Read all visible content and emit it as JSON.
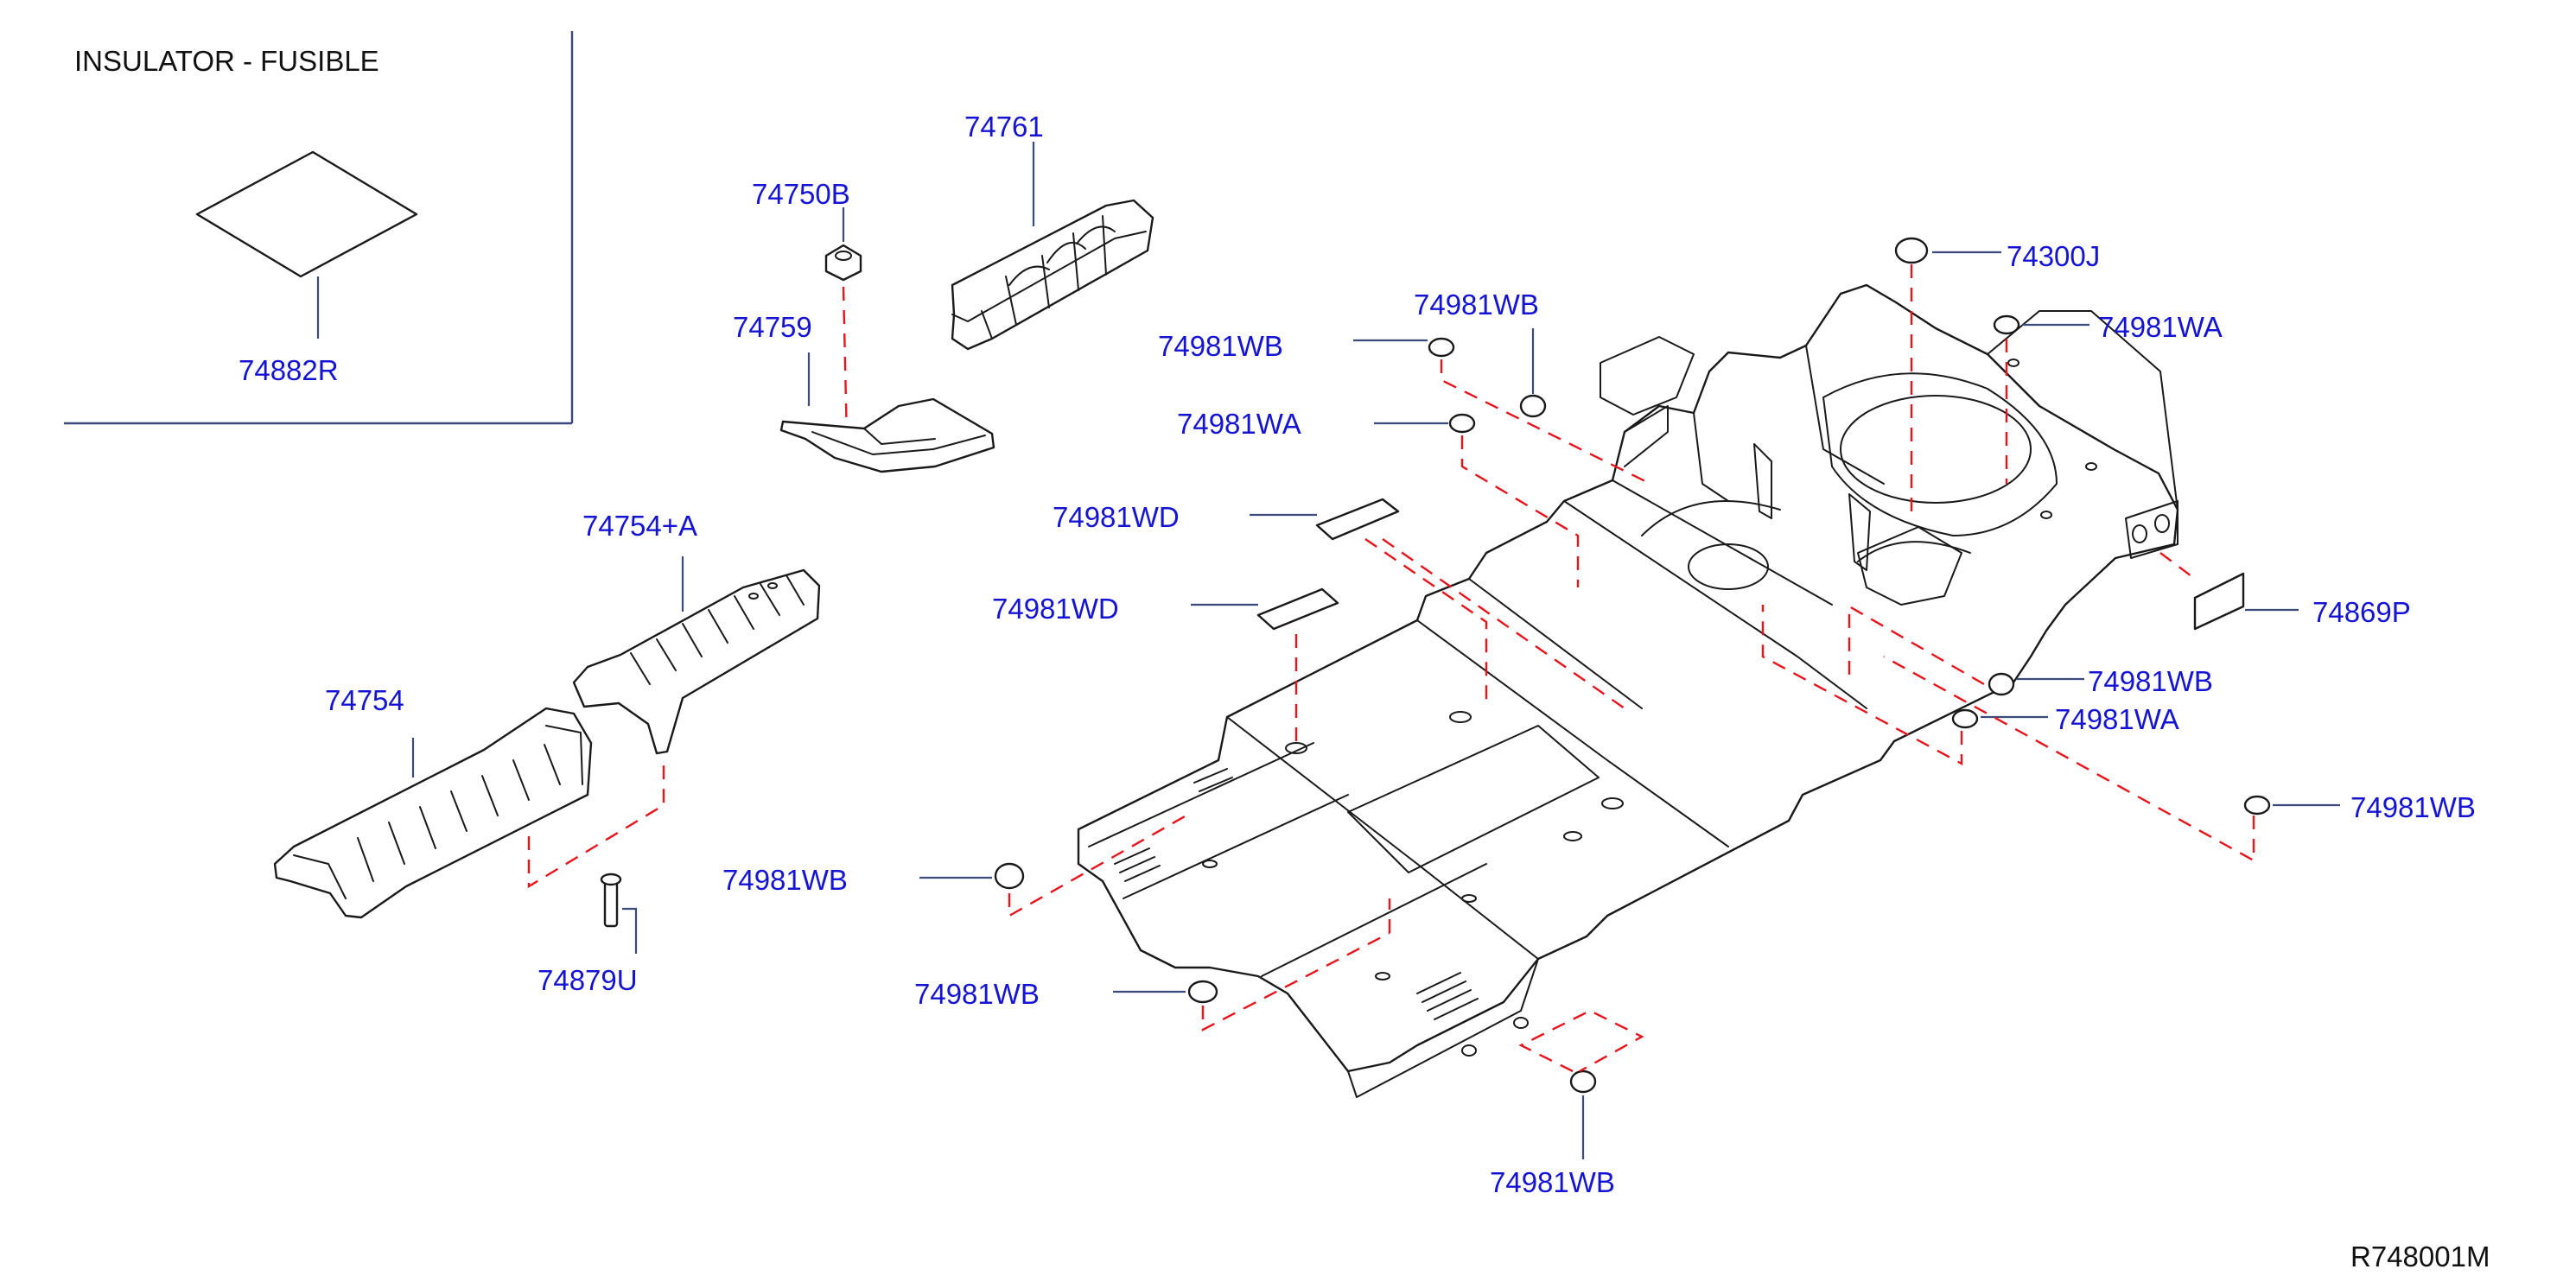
{
  "diagram": {
    "inset_title": "INSULATOR  -  FUSIBLE",
    "reference_code": "R748001M",
    "colors": {
      "callout": "#1414d2",
      "assembly_line": "#e8141c",
      "outline": "#1a1a1a",
      "background": "#ffffff"
    },
    "callouts": [
      {
        "id": "c_74882R",
        "text": "74882R"
      },
      {
        "id": "c_74761",
        "text": "74761"
      },
      {
        "id": "c_74750B",
        "text": "74750B"
      },
      {
        "id": "c_74759",
        "text": "74759"
      },
      {
        "id": "c_74754A",
        "text": "74754+A"
      },
      {
        "id": "c_74754",
        "text": "74754"
      },
      {
        "id": "c_74879U",
        "text": "74879U"
      },
      {
        "id": "c_74981WB_1",
        "text": "74981WB"
      },
      {
        "id": "c_74981WB_2",
        "text": "74981WB"
      },
      {
        "id": "c_74981WA_1",
        "text": "74981WA"
      },
      {
        "id": "c_74981WD_1",
        "text": "74981WD"
      },
      {
        "id": "c_74981WD_2",
        "text": "74981WD"
      },
      {
        "id": "c_74300J",
        "text": "74300J"
      },
      {
        "id": "c_74981WA_2",
        "text": "74981WA"
      },
      {
        "id": "c_74869P",
        "text": "74869P"
      },
      {
        "id": "c_74981WB_3",
        "text": "74981WB"
      },
      {
        "id": "c_74981WA_3",
        "text": "74981WA"
      },
      {
        "id": "c_74981WB_4",
        "text": "74981WB"
      },
      {
        "id": "c_74981WB_5",
        "text": "74981WB"
      },
      {
        "id": "c_74981WB_6",
        "text": "74981WB"
      },
      {
        "id": "c_74981WB_7",
        "text": "74981WB"
      }
    ]
  }
}
